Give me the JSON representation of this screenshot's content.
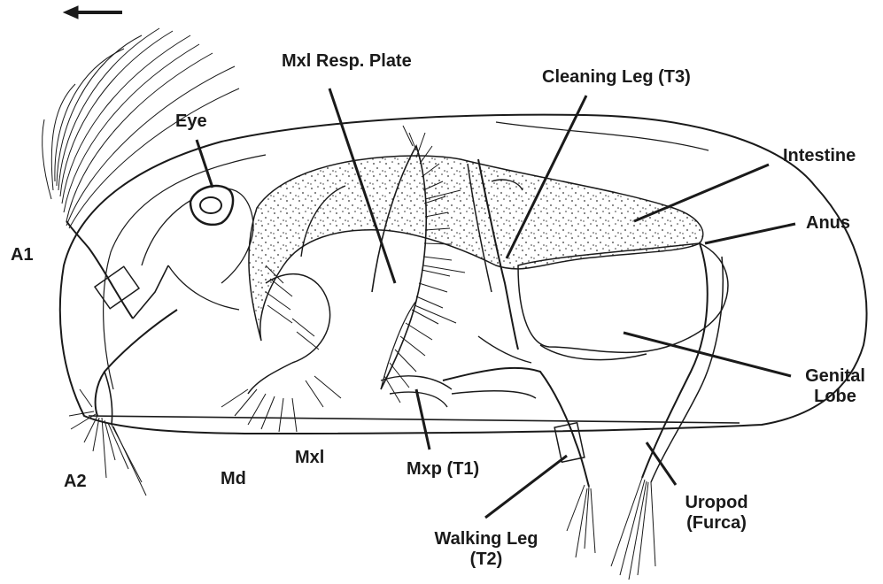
{
  "diagram": {
    "labels": {
      "a1": "A1",
      "a2": "A2",
      "eye": "Eye",
      "md": "Md",
      "mxl": "Mxl",
      "mxl_resp_plate": "Mxl Resp. Plate",
      "mxp": "Mxp (T1)",
      "cleaning_leg": "Cleaning Leg (T3)",
      "walking_leg_line1": "Walking Leg",
      "walking_leg_line2": "(T2)",
      "intestine": "Intestine",
      "anus": "Anus",
      "genital_line1": "Genital",
      "genital_line2": "Lobe",
      "uropod_line1": "Uropod",
      "uropod_line2": "(Furca)"
    },
    "icons": {
      "direction_arrow": "left-arrow-icon"
    },
    "colors": {
      "ink": "#1a1a1a",
      "background": "#ffffff"
    }
  }
}
